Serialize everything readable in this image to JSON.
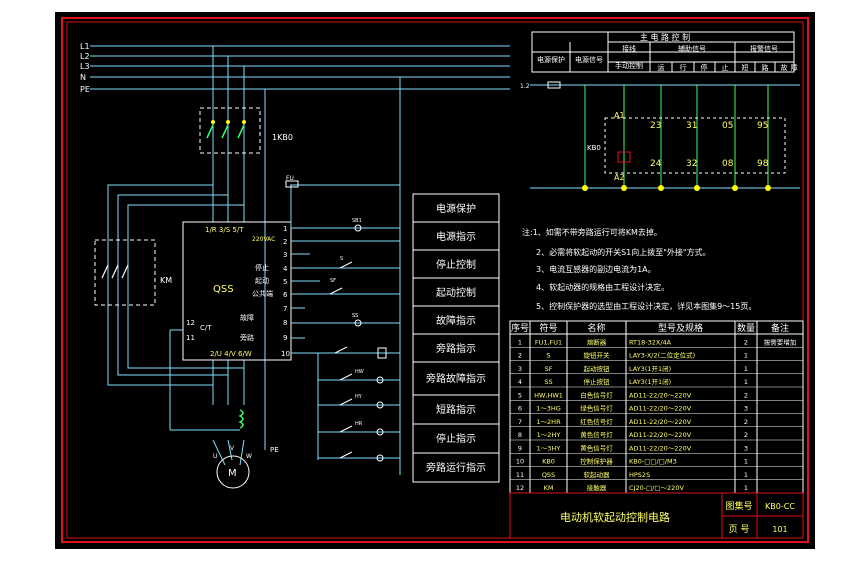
{
  "colors": {
    "background": "#000000",
    "frame": "#e01020",
    "wire": "#7fe0ff",
    "wire_white": "#ffffff",
    "text_white": "#ffffff",
    "text_yellow": "#ffff66",
    "component_green": "#33ff66",
    "component_yellow": "#ffff00",
    "page_bg": "#ffffff"
  },
  "bus": {
    "labels": [
      "L1",
      "L2",
      "L3",
      "N",
      "PE"
    ]
  },
  "components": {
    "breaker": "1KB0",
    "km": "KM",
    "qss": "QSS",
    "fu": "FU",
    "motor": "M",
    "pe": "PE",
    "sb1": "SB1",
    "s": "S",
    "sf": "SF",
    "ss": "SS",
    "hw": "HW",
    "hy": "HY",
    "hr": "HR"
  },
  "qss_terminals": {
    "top": "1/R 3/S 5/T",
    "voltage": "220VAC",
    "stop": "停止",
    "start": "起动",
    "common": "公共端",
    "fault": "故障",
    "bypass": "旁路",
    "bottom": "2/U 4/V 6/W",
    "ct": "C/T",
    "n12": "12",
    "n11": "11",
    "numbers": [
      "1",
      "2",
      "3",
      "4",
      "5",
      "6",
      "7",
      "8",
      "9",
      "10"
    ]
  },
  "motor_labels": {
    "u": "U",
    "v": "V",
    "w": "W"
  },
  "labels_box": [
    "电源保护",
    "电源指示",
    "停止控制",
    "起动控制",
    "故障指示",
    "旁路指示",
    "旁路故障指示",
    "短路指示",
    "停止指示",
    "旁路运行指示"
  ],
  "main_control": {
    "title": "主 电 路 控 制",
    "col_power": "电源保护",
    "col_signal": "电源信号",
    "col_wiring": "接线",
    "col_manual": "手动控制",
    "col_aux": "辅助信号",
    "col_alarm": "报警信号",
    "sub": [
      "运",
      "行",
      "停",
      "止",
      "短",
      "路",
      "故",
      "障"
    ]
  },
  "kbo_labels": {
    "kb0": "KB0",
    "a1": "A1",
    "a2": "A2",
    "top_nums": [
      "23",
      "31",
      "05",
      "95"
    ],
    "bottom_nums": [
      "24",
      "32",
      "08",
      "98"
    ],
    "left": "1.2"
  },
  "notes": [
    "注:1、如需不带旁路运行可将KM去掉。",
    "2、必需将软起动的开关S1向上拨至\"外接\"方式。",
    "3、电流互感器的副边电流为1A。",
    "4、软起动器的规格由工程设计决定。",
    "5、控制保护器的选型由工程设计决定，详见本图集9～15页。"
  ],
  "table": {
    "headers": [
      "序号",
      "符号",
      "名称",
      "型号及规格",
      "数量",
      "备注"
    ],
    "rows": [
      [
        "1",
        "FU1,FU1",
        "熔断器",
        "RT18-32X/4A",
        "2",
        "按需要增加"
      ],
      [
        "2",
        "S",
        "旋钮开关",
        "LAY3-X/2(二位定位式)",
        "1",
        ""
      ],
      [
        "3",
        "SF",
        "起动按钮",
        "LAY3(1开1闭)",
        "1",
        ""
      ],
      [
        "4",
        "SS",
        "停止按钮",
        "LAY3(1开1闭)",
        "1",
        ""
      ],
      [
        "5",
        "HW,HW1",
        "白色信号灯",
        "AD11-22/20～220V",
        "2",
        ""
      ],
      [
        "6",
        "1～3HG",
        "绿色信号灯",
        "AD11-22/20～220V",
        "3",
        ""
      ],
      [
        "7",
        "1～2HR",
        "红色信号灯",
        "AD11-22/20～220V",
        "2",
        ""
      ],
      [
        "8",
        "1～2HY",
        "黄色信号灯",
        "AD11-22/20～220V",
        "2",
        ""
      ],
      [
        "9",
        "1～3HY",
        "黄色信号灯",
        "AD11-22/20～220V",
        "3",
        ""
      ],
      [
        "10",
        "KB0",
        "控制保护器",
        "KB0-□□/□/M3",
        "1",
        ""
      ],
      [
        "11",
        "QSS",
        "软起动器",
        "HPS2S",
        "1",
        ""
      ],
      [
        "12",
        "KM",
        "接触器",
        "CJ20-□/□～220V",
        "1",
        ""
      ]
    ]
  },
  "title_block": {
    "title": "电动机软起动控制电路",
    "atlas_label": "图集号",
    "atlas_value": "KB0-CC",
    "page_label": "页  号",
    "page_value": "101"
  }
}
